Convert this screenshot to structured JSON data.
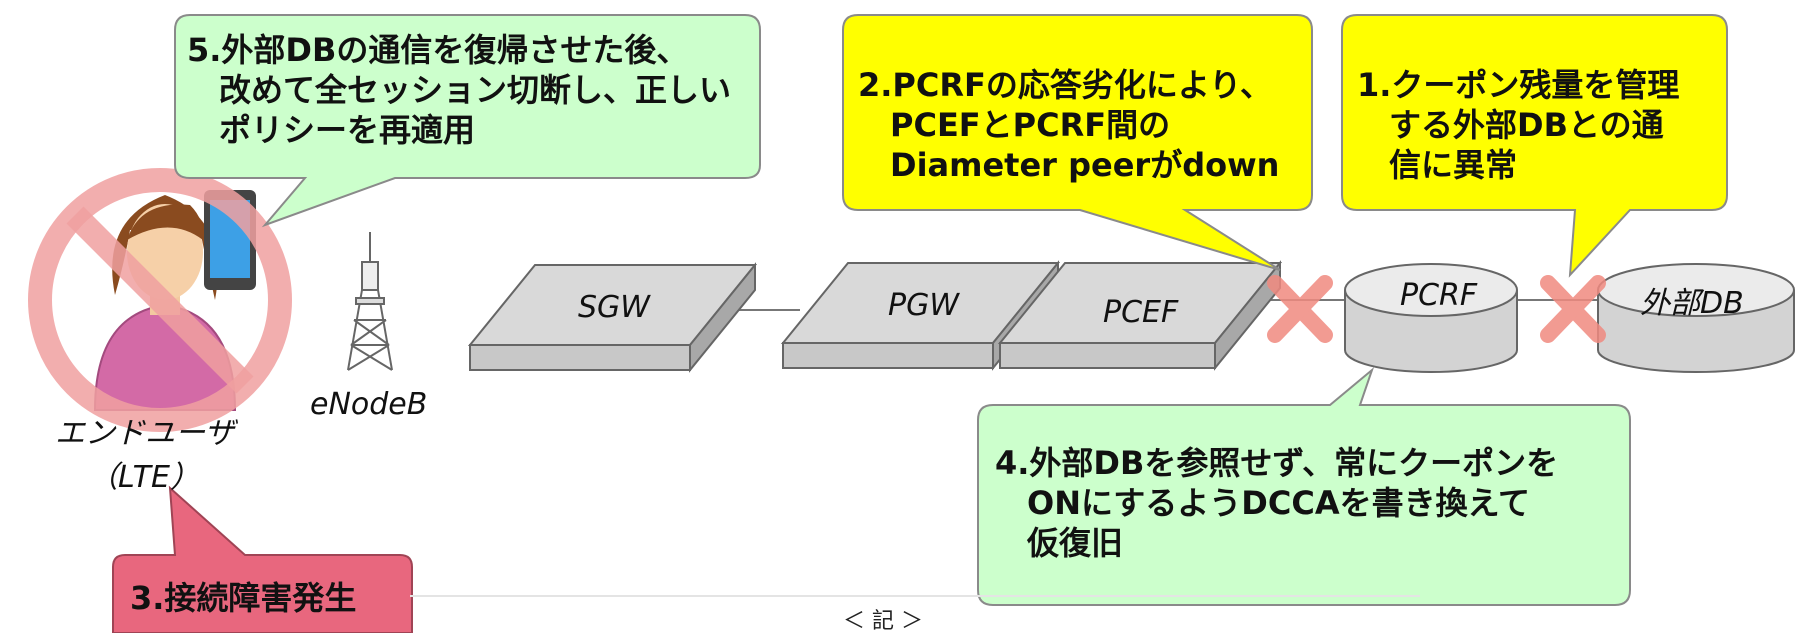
{
  "callouts": {
    "step5": {
      "lines": [
        "5.外部DBの通信を復帰させた後、",
        "　改めて全セッション切断し、正しい",
        "　ポリシーを再適用"
      ],
      "color": "#ccffcc"
    },
    "step2": {
      "lines": [
        "2.PCRFの応答劣化により、",
        "　PCEFとPCRF間の",
        "　Diameter peerがdown"
      ],
      "color": "#ffff00"
    },
    "step1": {
      "lines": [
        "1.クーポン残量を管理",
        "　する外部DBとの通",
        "　信に異常"
      ],
      "color": "#ffff00"
    },
    "step4": {
      "lines": [
        "4.外部DBを参照せず、常にクーポンを",
        "　ONにするようDCCAを書き換えて",
        "　仮復旧"
      ],
      "color": "#ccffcc"
    },
    "step3": {
      "lines": [
        "3.接続障害発生"
      ],
      "color": "#e8677e"
    }
  },
  "nodes": {
    "sgw": "SGW",
    "pgw": "PGW",
    "pcef": "PCEF",
    "pcrf": "PCRF",
    "external_db": "外部DB",
    "enodeb": "eNodeB",
    "end_user": "エンドユーザ",
    "end_user_sub": "（LTE）"
  },
  "footer_text": "＜ 記 ＞"
}
